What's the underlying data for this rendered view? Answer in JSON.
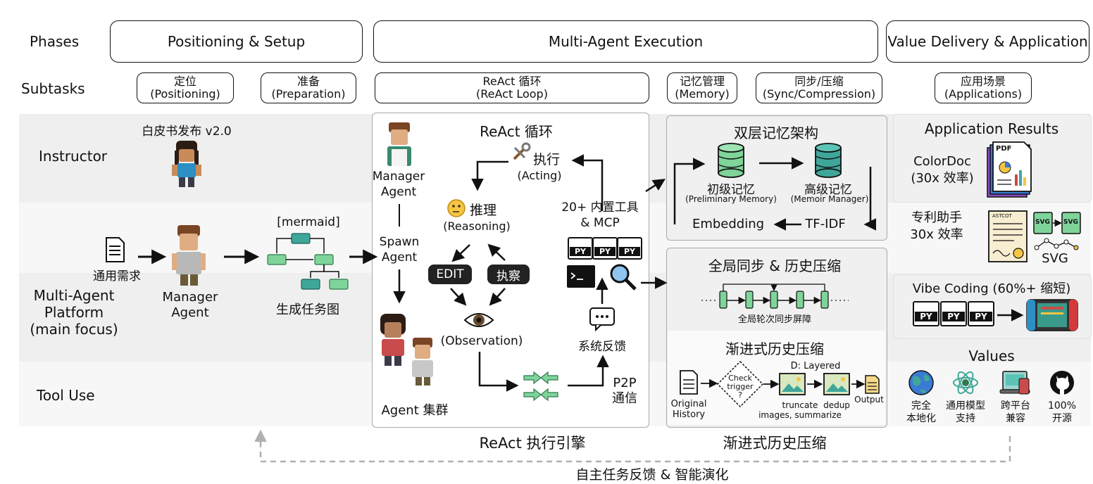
{
  "rows": {
    "phases": "Phases",
    "subtasks": "Subtasks",
    "instructor": "Instructor",
    "platform": [
      "Multi-Agent",
      "Platform",
      "(main focus)"
    ],
    "tool_use": "Tool Use"
  },
  "phases": {
    "setup": "Positioning & Setup",
    "execution": "Multi-Agent Execution",
    "value": "Value Delivery & Application"
  },
  "subtasks": {
    "positioning": [
      "定位",
      "(Positioning)"
    ],
    "preparation": [
      "准备",
      "(Preparation)"
    ],
    "react_loop": [
      "ReAct 循环",
      "(ReAct Loop)"
    ],
    "memory": [
      "记忆管理",
      "(Memory)"
    ],
    "sync": [
      "同步/压缩",
      "(Sync/Compression)"
    ],
    "applications": [
      "应用场景",
      "(Applications)"
    ]
  },
  "setup": {
    "whitepaper": "白皮书发布 v2.0",
    "requirement": "通用需求",
    "manager": [
      "Manager",
      "Agent"
    ],
    "mermaid": "[mermaid]",
    "task_graph": "生成任务图"
  },
  "react": {
    "title": "ReAct 循环",
    "manager": [
      "Manager",
      "Agent"
    ],
    "spawn": [
      "Spawn",
      "Agent"
    ],
    "acting": [
      "执行",
      "(Acting)"
    ],
    "reasoning": [
      "推理",
      "(Reasoning)"
    ],
    "edit": "EDIT",
    "inspect": "执察",
    "observation": "(Observation)",
    "tools": [
      "20+ 内置工具",
      "& MCP"
    ],
    "py": "PY",
    "feedback": "系统反馈",
    "p2p": [
      "P2P",
      "通信"
    ],
    "cluster": "Agent 集群",
    "footer": "ReAct  执行引擎"
  },
  "memory": {
    "title": "双层记忆架构",
    "primary": [
      "初级记忆",
      "(Preliminary Memory)"
    ],
    "advanced": [
      "高级记忆",
      "(Memoir Manager)"
    ],
    "embedding": "Embedding",
    "tfidf": "TF-IDF"
  },
  "sync": {
    "title": "全局同步 & 历史压缩",
    "barrier": "全局轮次同步屏障",
    "compress_title": "渐进式历史压缩",
    "original": [
      "Original",
      "History"
    ],
    "check": [
      "Check",
      "trigger",
      "?"
    ],
    "layered": "D: Layered",
    "truncate": [
      "truncate",
      "images, summarize"
    ],
    "dedup": "dedup",
    "output": "Output",
    "footer": "渐进式历史压缩"
  },
  "apps": {
    "results_title": "Application Results",
    "colordoc": [
      "ColorDoc",
      "(30x 效率)"
    ],
    "pdf": "PDF",
    "patent": [
      "专利助手",
      "30x 效率"
    ],
    "patent_doc": "ASTCOT",
    "svg": "SVG",
    "vibe": "Vibe Coding (60%+ 缩短)",
    "values_title": "Values",
    "values": [
      [
        "完全",
        "本地化"
      ],
      [
        "通用模型",
        "支持"
      ],
      [
        "跨平台",
        "兼容"
      ],
      [
        "100%",
        "开源"
      ]
    ]
  },
  "bottom_feedback": "自主任务反馈 & 智能演化",
  "colors": {
    "lane_grey": "#efefef",
    "lane_light": "#f7f7f7",
    "teal": "#3fa79a",
    "green": "#7fd49a",
    "accent_arrow": "#b0b0b0"
  }
}
